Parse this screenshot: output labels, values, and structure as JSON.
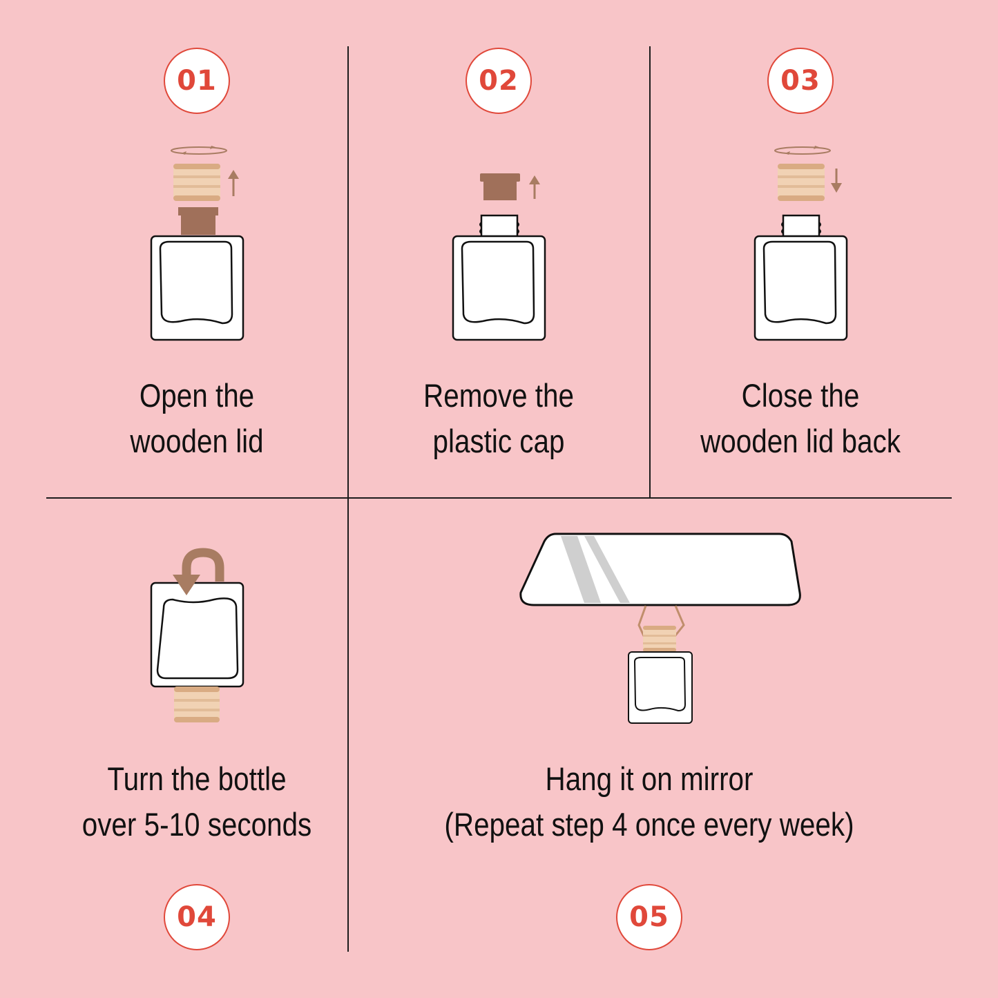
{
  "colors": {
    "background": "#f8c5c8",
    "badge_accent": "#e0483a",
    "wood": "#f1d2b4",
    "wood_shadow": "#d9ab83",
    "cap_brown": "#a0705a",
    "arrow_brown": "#a87c62",
    "outline": "#111111"
  },
  "steps": [
    {
      "number": "01",
      "line1": "Open the",
      "line2": "wooden lid",
      "icon": "bottle-open-lid-icon"
    },
    {
      "number": "02",
      "line1": "Remove the",
      "line2": "plastic cap",
      "icon": "bottle-remove-cap-icon"
    },
    {
      "number": "03",
      "line1": "Close the",
      "line2": "wooden lid back",
      "icon": "bottle-close-lid-icon"
    },
    {
      "number": "04",
      "line1": "Turn the bottle",
      "line2": "over 5-10 seconds",
      "icon": "bottle-upside-down-icon"
    },
    {
      "number": "05",
      "line1": "Hang it on mirror",
      "line2": "(Repeat step 4 once every week)",
      "icon": "mirror-hanging-bottle-icon"
    }
  ]
}
